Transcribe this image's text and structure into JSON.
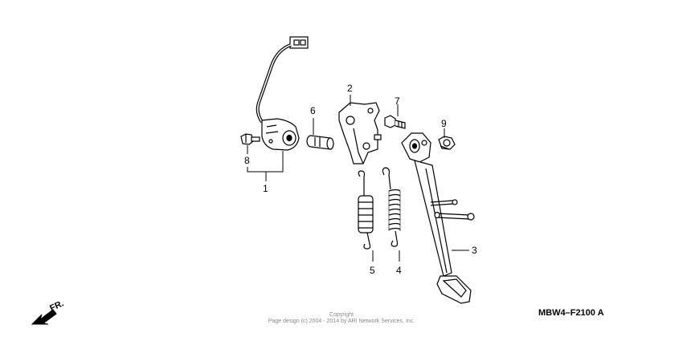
{
  "diagram": {
    "callouts": {
      "part_1": "1",
      "part_2": "2",
      "part_3": "3",
      "part_4": "4",
      "part_5": "5",
      "part_6": "6",
      "part_7": "7",
      "part_8": "8",
      "part_9": "9"
    },
    "reference_code": "MBW4–F2100 A",
    "direction_label": "FR.",
    "copyright_line1": "Copyright",
    "copyright_line2": "Page design (c) 2004 - 2014 by ARI Network Services, Inc."
  }
}
